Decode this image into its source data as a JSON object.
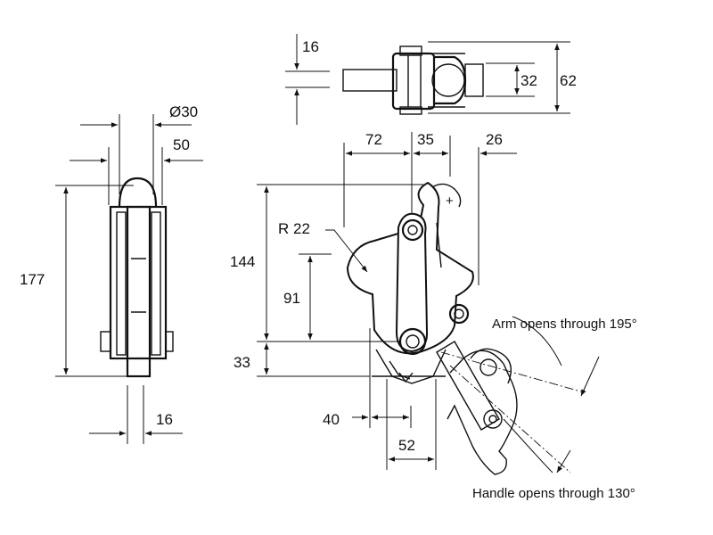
{
  "dims": {
    "d16_top": "16",
    "d32": "32",
    "d62": "62",
    "dia30": "Ø30",
    "d50": "50",
    "d72": "72",
    "d35": "35",
    "d26": "26",
    "d177": "177",
    "d144": "144",
    "r22": "R 22",
    "d91": "91",
    "d33": "33",
    "d40": "40",
    "d52": "52",
    "d16_bottom": "16"
  },
  "notes": {
    "arm": "Arm opens through 195°",
    "handle": "Handle opens through 130°"
  }
}
